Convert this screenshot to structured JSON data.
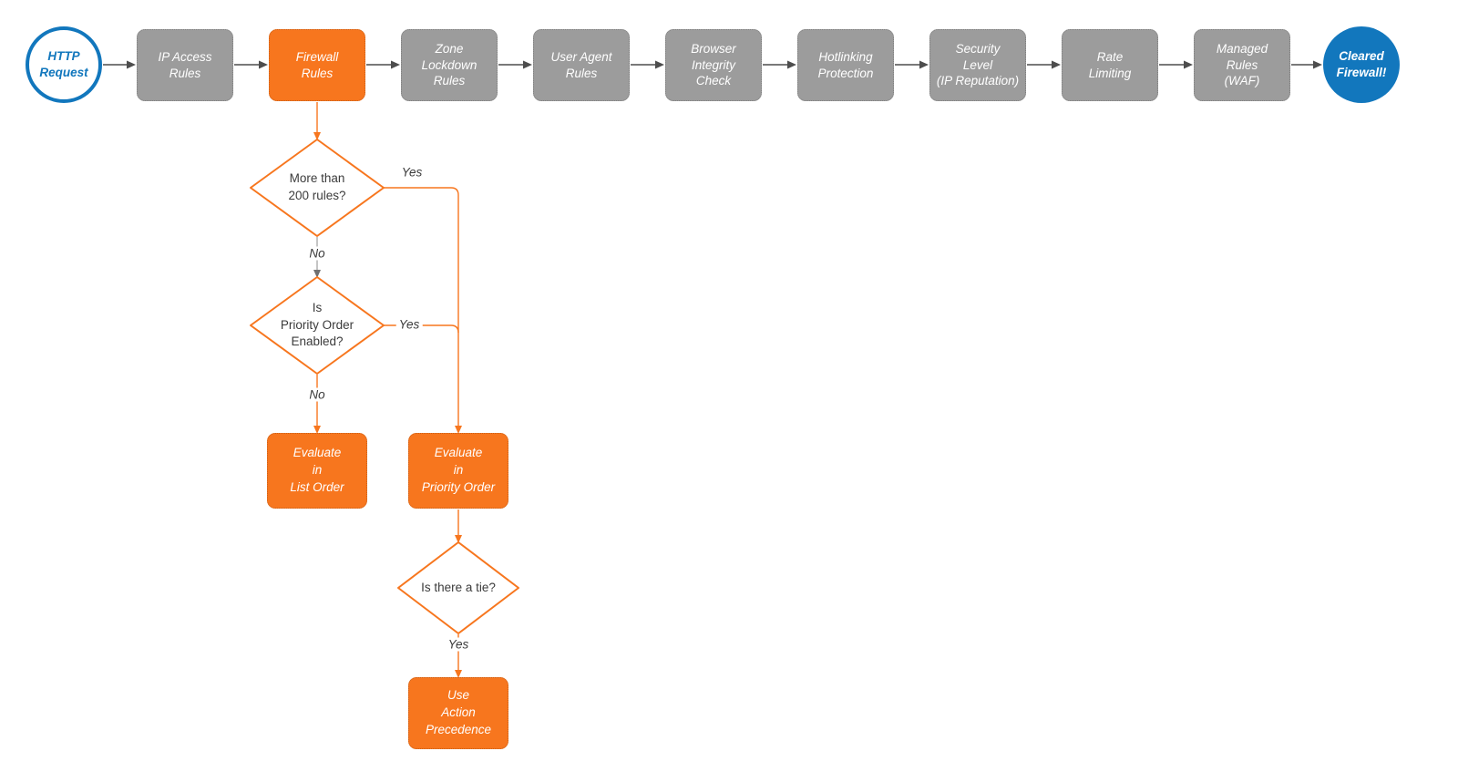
{
  "colors": {
    "orange": "#F7761E",
    "gray": "#9C9C9C",
    "blue": "#1277BD",
    "arrow_dark": "#4D4D4D",
    "line_gray": "#ACACAC",
    "text_dark": "#3B3B3B",
    "node_text": "#FFFFFF"
  },
  "pipeline": {
    "start": {
      "label": "HTTP\nRequest"
    },
    "steps": [
      {
        "label": "IP Access\nRules",
        "highlight": false
      },
      {
        "label": "Firewall\nRules",
        "highlight": true
      },
      {
        "label": "Zone\nLockdown\nRules",
        "highlight": false
      },
      {
        "label": "User Agent\nRules",
        "highlight": false
      },
      {
        "label": "Browser\nIntegrity\nCheck",
        "highlight": false
      },
      {
        "label": "Hotlinking\nProtection",
        "highlight": false
      },
      {
        "label": "Security\nLevel\n(IP Reputation)",
        "highlight": false
      },
      {
        "label": "Rate\nLimiting",
        "highlight": false
      },
      {
        "label": "Managed\nRules\n(WAF)",
        "highlight": false
      }
    ],
    "end": {
      "label": "Cleared\nFirewall!"
    }
  },
  "decision_flow": {
    "decisions": [
      {
        "label": "More than\n200 rules?",
        "yes_label": "Yes",
        "no_label": "No"
      },
      {
        "label": "Is\nPriority Order\nEnabled?",
        "yes_label": "Yes",
        "no_label": "No"
      },
      {
        "label": "Is there a tie?",
        "yes_label": "Yes"
      }
    ],
    "actions": [
      {
        "label": "Evaluate\nin\nList Order"
      },
      {
        "label": "Evaluate\nin\nPriority Order"
      },
      {
        "label": "Use\nAction\nPrecedence"
      }
    ]
  }
}
